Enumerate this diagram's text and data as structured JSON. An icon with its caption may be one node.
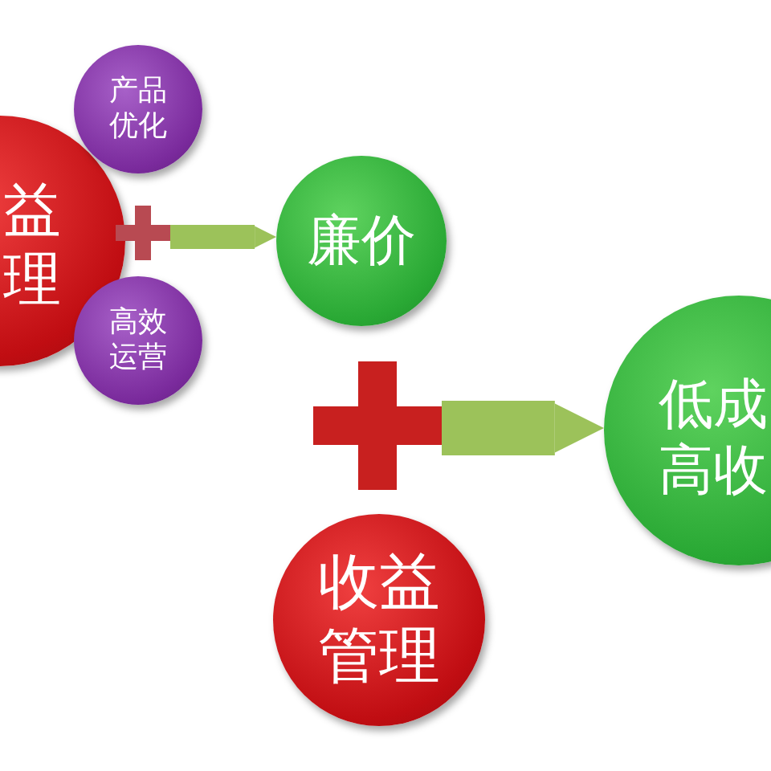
{
  "diagram": {
    "nodes": [
      {
        "text": [
          "益理"
        ]
      },
      {
        "text": [
          "产品优化"
        ]
      },
      {
        "text": [],
        "shape": "cross"
      },
      {
        "text": [
          "高效运营"
        ]
      },
      {
        "text": [
          "廉价"
        ]
      },
      {
        "text": [],
        "shape": "cross"
      },
      {
        "text": [
          "低成高收"
        ]
      },
      {
        "text": [
          "收益管理"
        ]
      }
    ],
    "edges": [
      {
        "from": 2,
        "to": 4,
        "arrow": "to"
      },
      {
        "from": 5,
        "to": 6,
        "arrow": "to",
        "style": "thick"
      }
    ]
  }
}
